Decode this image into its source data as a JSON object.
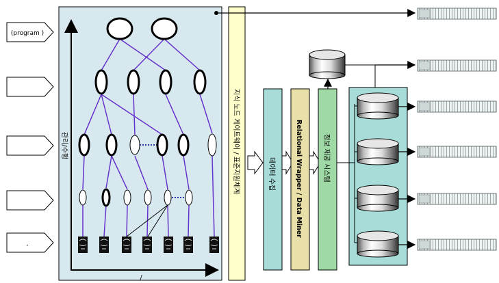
{
  "left_labels": [
    "(program )",
    "",
    "",
    "",
    ","
  ],
  "axis": {
    "vertical_label": "관리/수행",
    "horizontal_label": "/"
  },
  "gateway_label": "지식 노드 게이트웨이 / 표준지원체계",
  "columns": {
    "data_collection": "데이터 수집",
    "wrapper": "Relational Wrapper / Data Miner",
    "info_system": "정보 제공 시스템"
  },
  "colors": {
    "panel_fill": "#d7e9ee",
    "gateway_fill": "#ffffcc",
    "teal_fill": "#a8dcd8",
    "wrapper_fill": "#e8e0a8",
    "green_fill": "#9fd9a5",
    "tree_line": "#6633cc",
    "outline": "#000000"
  }
}
